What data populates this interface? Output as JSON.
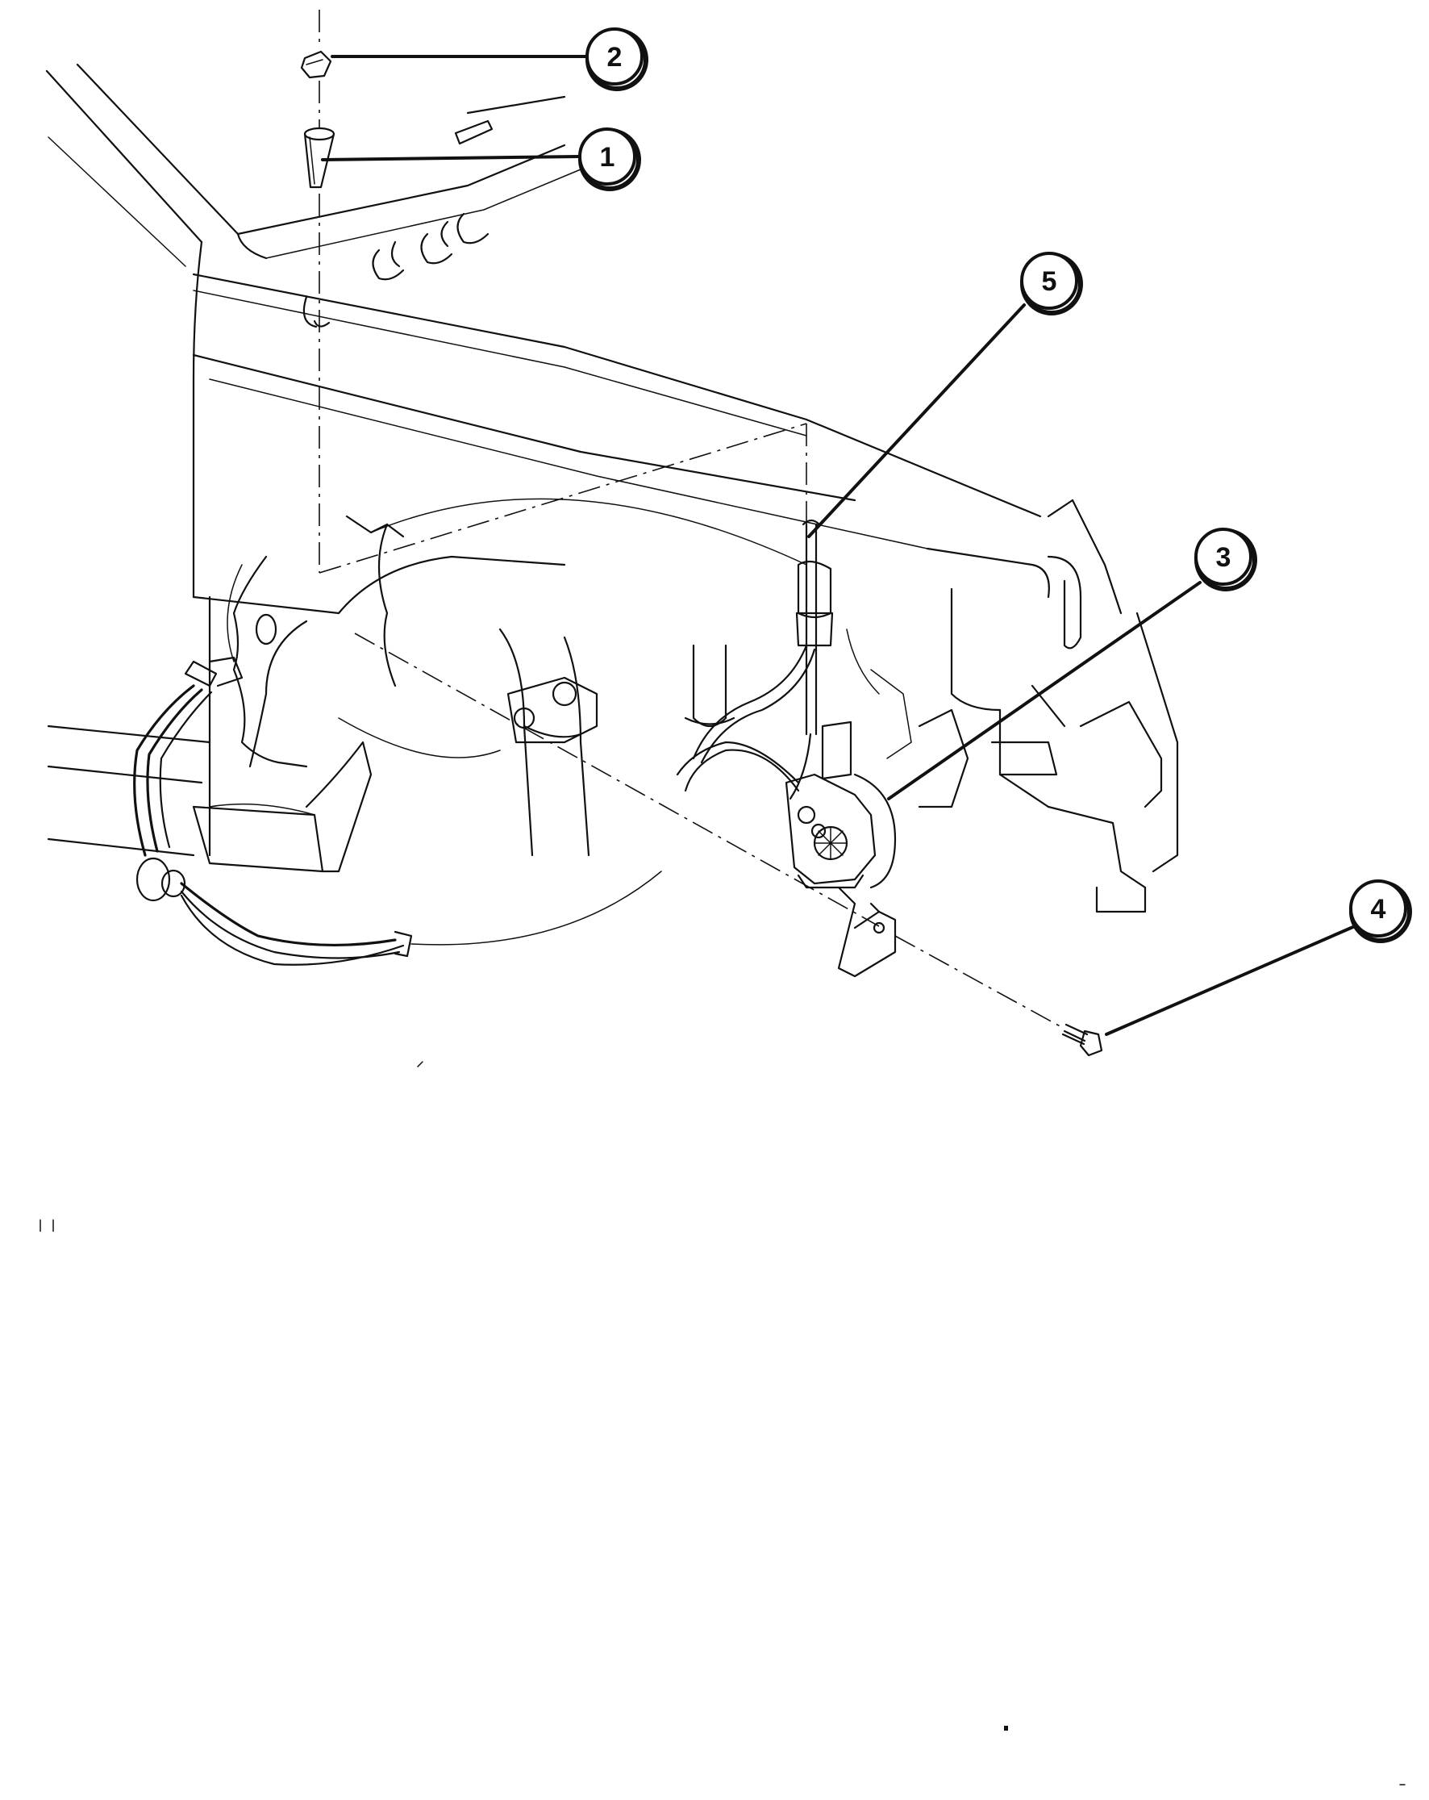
{
  "callouts": [
    {
      "id": "callout-1",
      "label": "1"
    },
    {
      "id": "callout-2",
      "label": "2"
    },
    {
      "id": "callout-3",
      "label": "3"
    },
    {
      "id": "callout-4",
      "label": "4"
    },
    {
      "id": "callout-5",
      "label": "5"
    }
  ]
}
